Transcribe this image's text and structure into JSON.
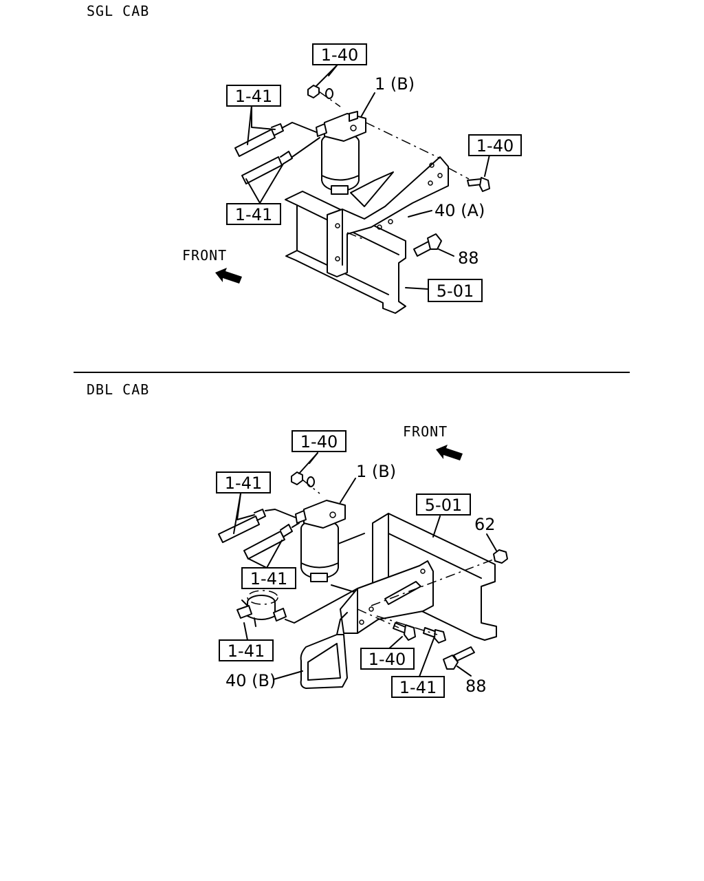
{
  "sections": {
    "sgl": {
      "title": "SGL CAB",
      "front": "FRONT",
      "callouts": {
        "c1": "1-40",
        "c2": "1-41",
        "c3": "1-41",
        "c4": "1-40",
        "c5": "5-01"
      },
      "labels": {
        "part1": "1 (B)",
        "part40": "40 (A)",
        "part88": "88"
      }
    },
    "dbl": {
      "title": "DBL CAB",
      "front": "FRONT",
      "callouts": {
        "c1": "1-40",
        "c2": "1-41",
        "c3": "1-41",
        "c4": "5-01",
        "c5": "1-41",
        "c6": "1-40",
        "c7": "1-41"
      },
      "labels": {
        "part1": "1 (B)",
        "part62": "62",
        "part40": "40 (B)",
        "part88": "88"
      }
    }
  }
}
